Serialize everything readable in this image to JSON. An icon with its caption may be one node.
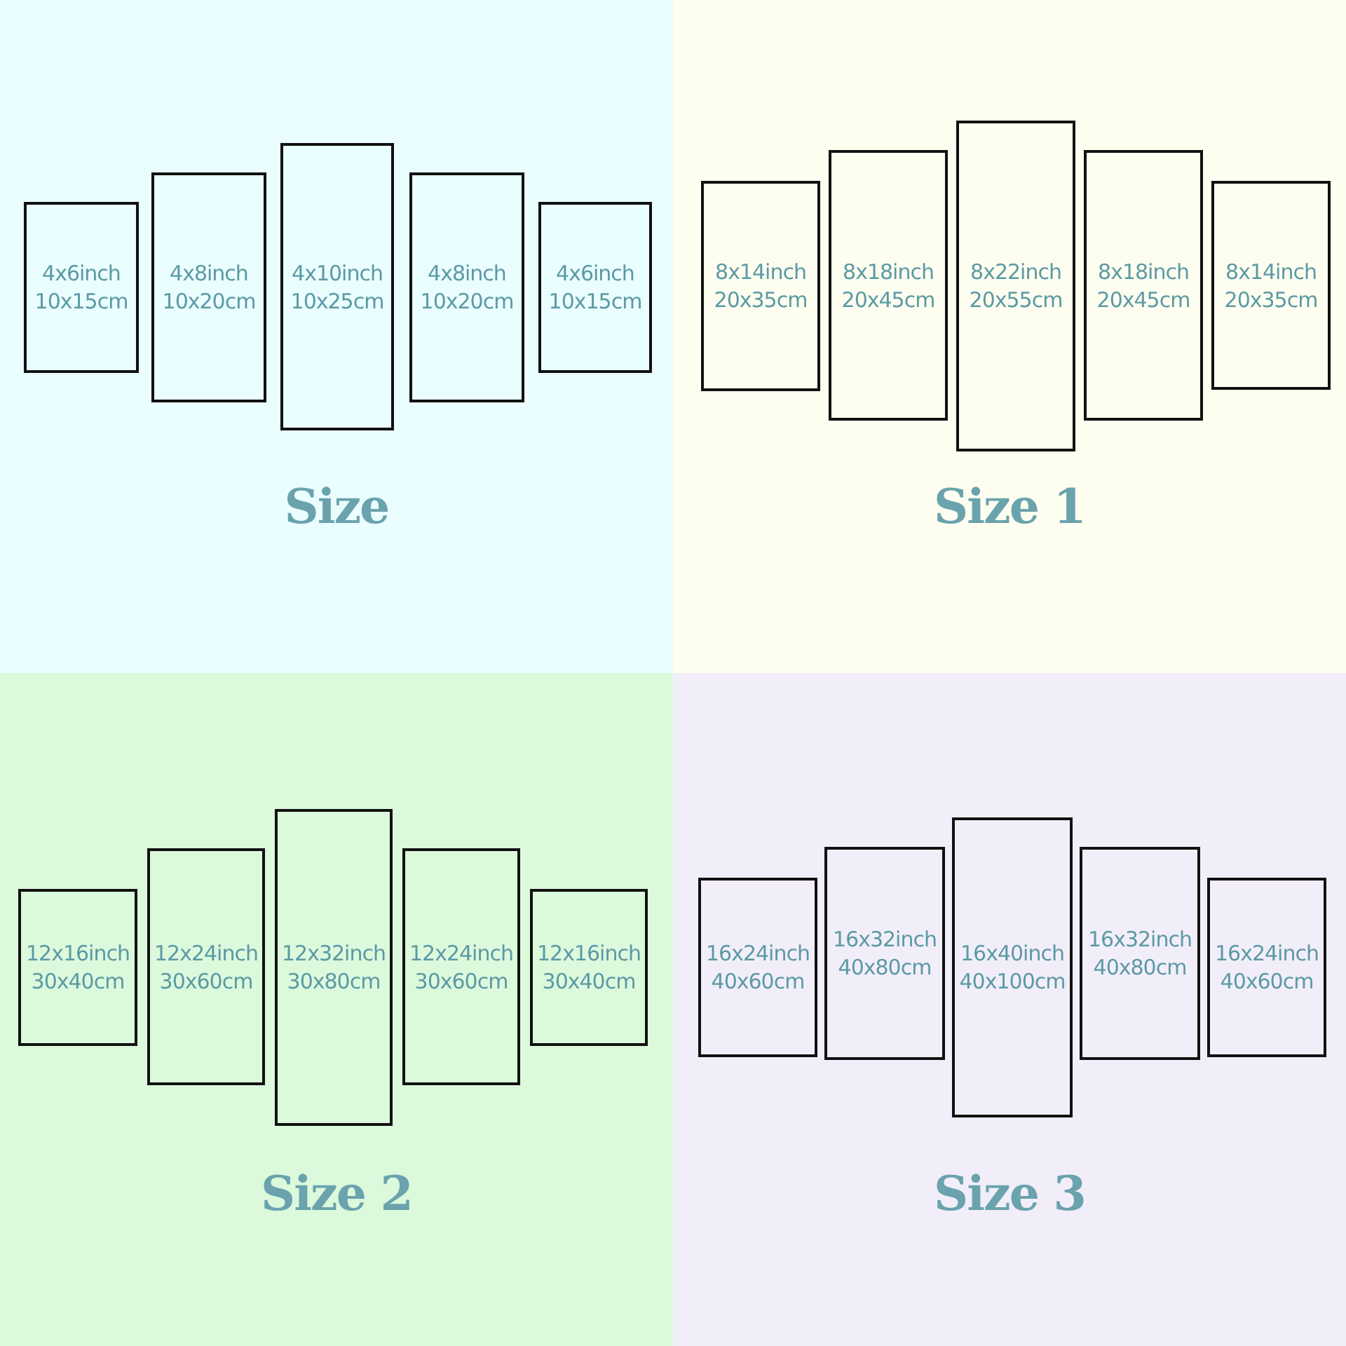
{
  "diagram": {
    "nodes": [
      {
        "text": [
          "Size"
        ]
      },
      {
        "text": [
          "4x6inch",
          "10x15cm"
        ],
        "in": 0
      },
      {
        "text": [
          "4x8inch",
          "10x20cm"
        ],
        "in": 0
      },
      {
        "text": [
          "4x10inch",
          "10x25cm"
        ],
        "in": 0
      },
      {
        "text": [
          "4x8inch",
          "10x20cm"
        ],
        "in": 0
      },
      {
        "text": [
          "4x6inch",
          "10x15cm"
        ],
        "in": 0
      },
      {
        "text": [
          "Size 1"
        ]
      },
      {
        "text": [
          "8x14inch",
          "20x35cm"
        ],
        "in": 6
      },
      {
        "text": [
          "8x18inch",
          "20x45cm"
        ],
        "in": 6
      },
      {
        "text": [
          "8x22inch",
          "20x55cm"
        ],
        "in": 6
      },
      {
        "text": [
          "8x18inch",
          "20x45cm"
        ],
        "in": 6
      },
      {
        "text": [
          "8x14inch",
          "20x35cm"
        ],
        "in": 6
      },
      {
        "text": [
          "Size 2"
        ]
      },
      {
        "text": [
          "12x16inch",
          "30x40cm"
        ],
        "in": 12
      },
      {
        "text": [
          "12x24inch",
          "30x60cm"
        ],
        "in": 12
      },
      {
        "text": [
          "12x32inch",
          "30x80cm"
        ],
        "in": 12
      },
      {
        "text": [
          "12x24inch",
          "30x60cm"
        ],
        "in": 12
      },
      {
        "text": [
          "12x16inch",
          "30x40cm"
        ],
        "in": 12
      },
      {
        "text": [
          "Size 3"
        ]
      },
      {
        "text": [
          "16x24inch",
          "40x60cm"
        ],
        "in": 18
      },
      {
        "text": [
          "16x32inch",
          "40x80cm"
        ],
        "in": 18
      },
      {
        "text": [
          "16x40inch",
          "40x100cm"
        ],
        "in": 18
      },
      {
        "text": [
          "16x32inch",
          "40x80cm"
        ],
        "in": 18
      },
      {
        "text": [
          "16x24inch",
          "40x60cm"
        ],
        "in": 18
      }
    ],
    "edges": []
  }
}
